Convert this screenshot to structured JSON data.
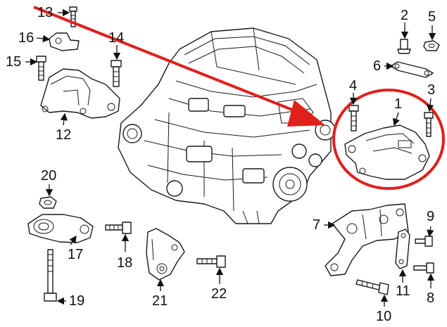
{
  "callouts": [
    {
      "id": "c1",
      "text": "1"
    },
    {
      "id": "c2",
      "text": "2"
    },
    {
      "id": "c3",
      "text": "3"
    },
    {
      "id": "c4",
      "text": "4"
    },
    {
      "id": "c5",
      "text": "5"
    },
    {
      "id": "c6",
      "text": "6"
    },
    {
      "id": "c7",
      "text": "7"
    },
    {
      "id": "c8",
      "text": "8"
    },
    {
      "id": "c9",
      "text": "9"
    },
    {
      "id": "c10",
      "text": "10"
    },
    {
      "id": "c11",
      "text": "11"
    },
    {
      "id": "c12",
      "text": "12"
    },
    {
      "id": "c13",
      "text": "13"
    },
    {
      "id": "c14",
      "text": "14"
    },
    {
      "id": "c15",
      "text": "15"
    },
    {
      "id": "c16",
      "text": "16"
    },
    {
      "id": "c17",
      "text": "17"
    },
    {
      "id": "c18",
      "text": "18"
    },
    {
      "id": "c19",
      "text": "19"
    },
    {
      "id": "c20",
      "text": "20"
    },
    {
      "id": "c21",
      "text": "21"
    },
    {
      "id": "c22",
      "text": "22"
    }
  ],
  "colors": {
    "highlight": "#e0201b",
    "line": "#1a1a1a"
  }
}
